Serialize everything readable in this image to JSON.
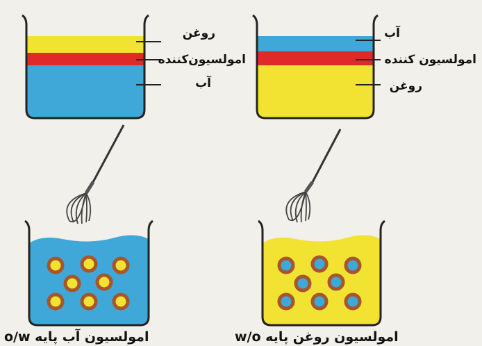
{
  "left_panel": {
    "layers": {
      "top": "روغن",
      "middle": "امولسیون‌کننده",
      "bottom": "آب"
    },
    "caption": "امولسیون آب پایه o/w"
  },
  "right_panel": {
    "layers": {
      "top": "آب",
      "middle": "امولسیون کننده",
      "bottom": "روغن"
    },
    "caption": "امولسیون روغن پایه w/o"
  },
  "colors": {
    "water": "#3fa8d8",
    "oil": "#f2e231",
    "emulsifier": "#e02a2a",
    "droplet_ring": "#a8552c",
    "container_outline": "#222222"
  },
  "icons": [
    "whisk-icon",
    "whisk-icon"
  ]
}
